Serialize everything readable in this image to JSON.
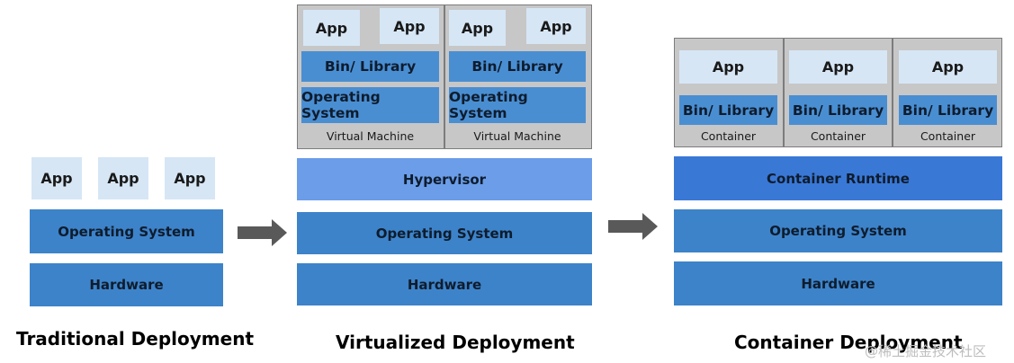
{
  "traditional": {
    "apps": [
      "App",
      "App",
      "App"
    ],
    "os": "Operating System",
    "hardware": "Hardware",
    "title": "Traditional Deployment"
  },
  "virtualized": {
    "vms": [
      {
        "apps": [
          "App",
          "App"
        ],
        "binlib": "Bin/ Library",
        "os": "Operating System",
        "caption": "Virtual Machine"
      },
      {
        "apps": [
          "App",
          "App"
        ],
        "binlib": "Bin/ Library",
        "os": "Operating System",
        "caption": "Virtual Machine"
      }
    ],
    "hypervisor": "Hypervisor",
    "os": "Operating System",
    "hardware": "Hardware",
    "title": "Virtualized Deployment"
  },
  "container": {
    "containers": [
      {
        "app": "App",
        "binlib": "Bin/ Library",
        "caption": "Container"
      },
      {
        "app": "App",
        "binlib": "Bin/ Library",
        "caption": "Container"
      },
      {
        "app": "App",
        "binlib": "Bin/ Library",
        "caption": "Container"
      }
    ],
    "runtime": "Container Runtime",
    "os": "Operating System",
    "hardware": "Hardware",
    "title": "Container Deployment"
  },
  "watermark": "@稀土掘金技术社区",
  "colors": {
    "app": "#d6e6f5",
    "layer": "#3d83c9",
    "hypervisor": "#6b9de8",
    "runtime": "#3a78d6",
    "vm_frame": "#c7c7c7",
    "arrow": "#595959"
  }
}
